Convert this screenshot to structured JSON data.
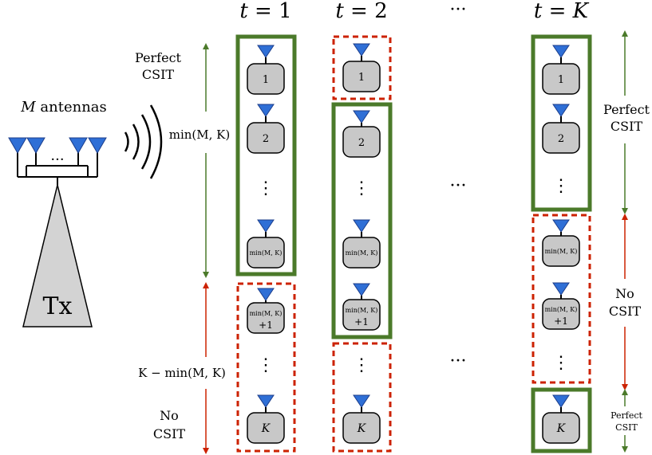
{
  "colors": {
    "green": "#4b7a2a",
    "red": "#cc2200",
    "antenna_blue": "#2f6fd6",
    "user_box_fill": "#c8c8c8",
    "tx_fill": "#d3d3d3"
  },
  "headers": {
    "t1": {
      "var": "t",
      "eq": " = ",
      "val": "1"
    },
    "t2": {
      "var": "t",
      "eq": " = ",
      "val": "2"
    },
    "dots": "···",
    "tK": {
      "var": "t",
      "eq": " = ",
      "val": "K"
    }
  },
  "transmitter": {
    "antenna_count_var": "M",
    "antenna_label": "antennas",
    "antenna_dots": "···",
    "tx_label": "Tx"
  },
  "left_annotations": {
    "perfect_line1": "Perfect",
    "perfect_line2": "CSIT",
    "min_label": "min(M, K)",
    "rest_label": "K − min(M, K)",
    "no_line1": "No",
    "no_line2": "CSIT"
  },
  "right_annotations": {
    "perfect_line1": "Perfect",
    "perfect_line2": "CSIT",
    "no_line1": "No",
    "no_line2": "CSIT",
    "perfect_small_line1": "Perfect",
    "perfect_small_line2": "CSIT"
  },
  "users": {
    "u1": "1",
    "u2": "2",
    "umin": "min(M, K)",
    "uplus": "+1",
    "uK": "K",
    "vdots": "⋮"
  },
  "middle_dots": "···"
}
